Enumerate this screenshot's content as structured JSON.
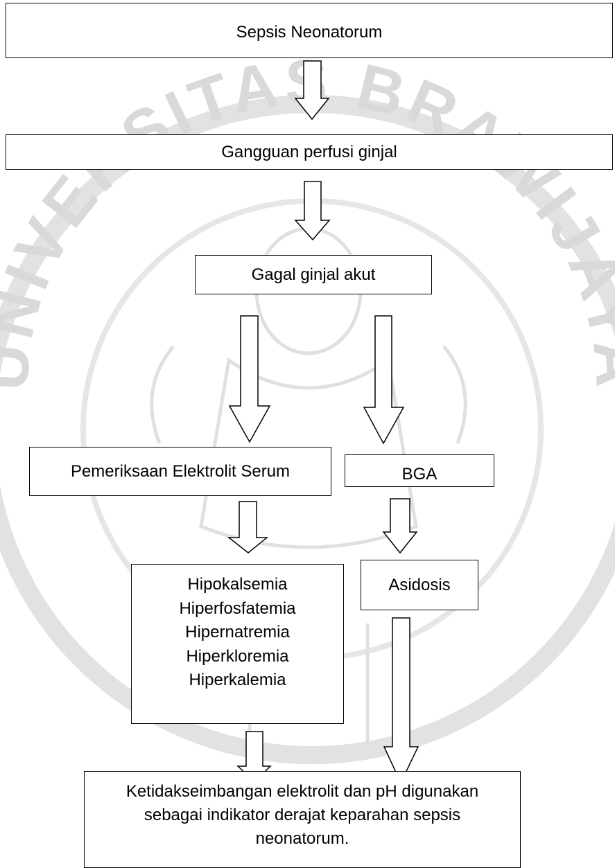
{
  "boxes": {
    "sepsis": "Sepsis Neonatorum",
    "perfusi": "Gangguan perfusi ginjal",
    "gagal": "Gagal ginjal akut",
    "pemeriksaan": "Pemeriksaan Elektrolit Serum",
    "bga": "BGA",
    "hipo_items": [
      "Hipokalsemia",
      "Hiperfosfatemia",
      "Hipernatremia",
      "Hiperkloremia",
      "Hiperkalemia"
    ],
    "asidosis": "Asidosis",
    "ketidak_lines": [
      "Ketidakseimbangan elektrolit dan pH digunakan",
      "sebagai indikator derajat keparahan sepsis",
      "neonatorum."
    ]
  },
  "watermark": {
    "text": "UNIVERSITAS BRAWIJAYA",
    "color": "#d4d4d4"
  }
}
